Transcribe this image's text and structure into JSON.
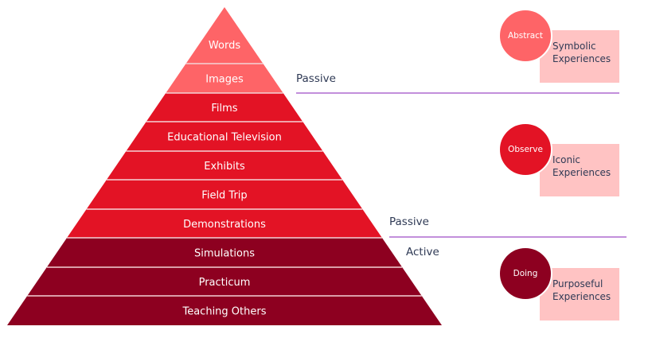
{
  "pyramid": {
    "bands": [
      {
        "label": "Words",
        "color": "#fe6467"
      },
      {
        "label": "Images",
        "color": "#fe6467"
      },
      {
        "label": "Films",
        "color": "#e31325"
      },
      {
        "label": "Educational Television",
        "color": "#e31325"
      },
      {
        "label": "Exhibits",
        "color": "#e31325"
      },
      {
        "label": "Field Trip",
        "color": "#e31325"
      },
      {
        "label": "Demonstrations",
        "color": "#e31325"
      },
      {
        "label": "Simulations",
        "color": "#8d0020"
      },
      {
        "label": "Practicum",
        "color": "#8d0020"
      },
      {
        "label": "Teaching Others",
        "color": "#8d0020"
      }
    ]
  },
  "side_labels": {
    "passive_top": "Passive",
    "passive_bottom": "Passive",
    "active": "Active"
  },
  "categories": [
    {
      "circle": "Abstract",
      "box_line1": "Symbolic",
      "box_line2": "Experiences",
      "circle_color": "#fe6467"
    },
    {
      "circle": "Observe",
      "box_line1": "Iconic",
      "box_line2": "Experiences",
      "circle_color": "#e31325"
    },
    {
      "circle": "Doing",
      "box_line1": "Purposeful",
      "box_line2": "Experiences",
      "circle_color": "#8d0020"
    }
  ],
  "colors": {
    "divider": "#c28fdb",
    "box_fill": "#ffc3c3",
    "text_dark": "#2f3a55"
  }
}
